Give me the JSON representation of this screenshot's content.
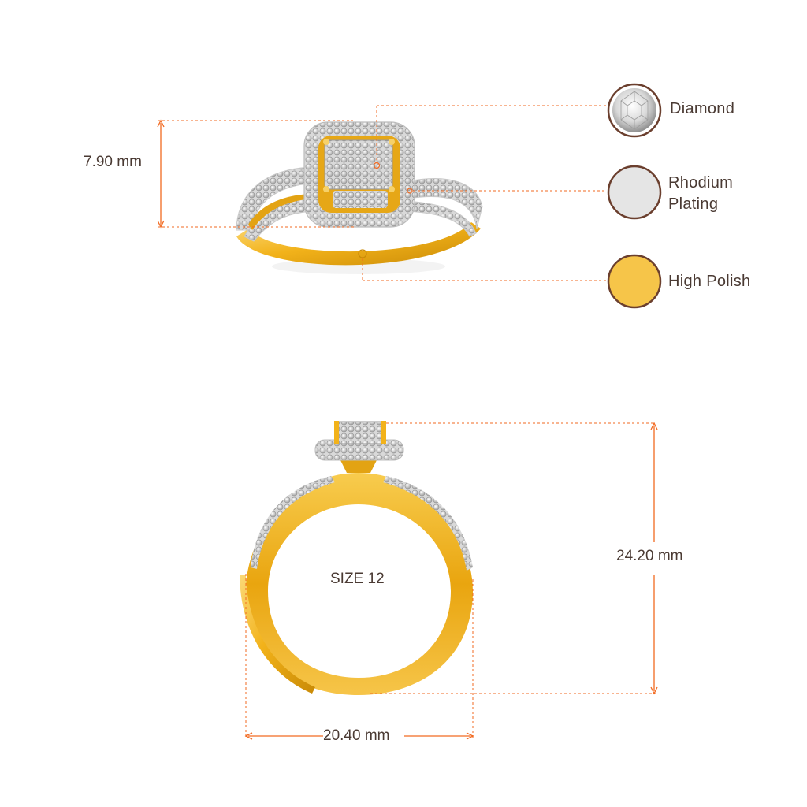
{
  "dimensions": {
    "height_top": "7.90 mm",
    "height_side": "24.20 mm",
    "width": "20.40 mm"
  },
  "ring_size": "SIZE 12",
  "features": [
    {
      "label": "Diamond",
      "swatch": "diamond-swatch-icon",
      "color": "#e6e6e6"
    },
    {
      "label": "Rhodium Plating",
      "line1": "Rhodium",
      "line2": "Plating",
      "swatch": "rhodium-swatch-icon",
      "color": "#e5e5e5"
    },
    {
      "label": "High Polish",
      "swatch": "gold-swatch-icon",
      "color": "#f6c549"
    }
  ],
  "colors": {
    "guide_line": "#f26a21",
    "gold": "#f2b21a",
    "gold_dark": "#c98a06",
    "text": "#4a3a33",
    "swatch_ring": "#6b3f2e"
  },
  "images": {
    "top_view": "ring-top-view",
    "front_view": "ring-front-view"
  }
}
